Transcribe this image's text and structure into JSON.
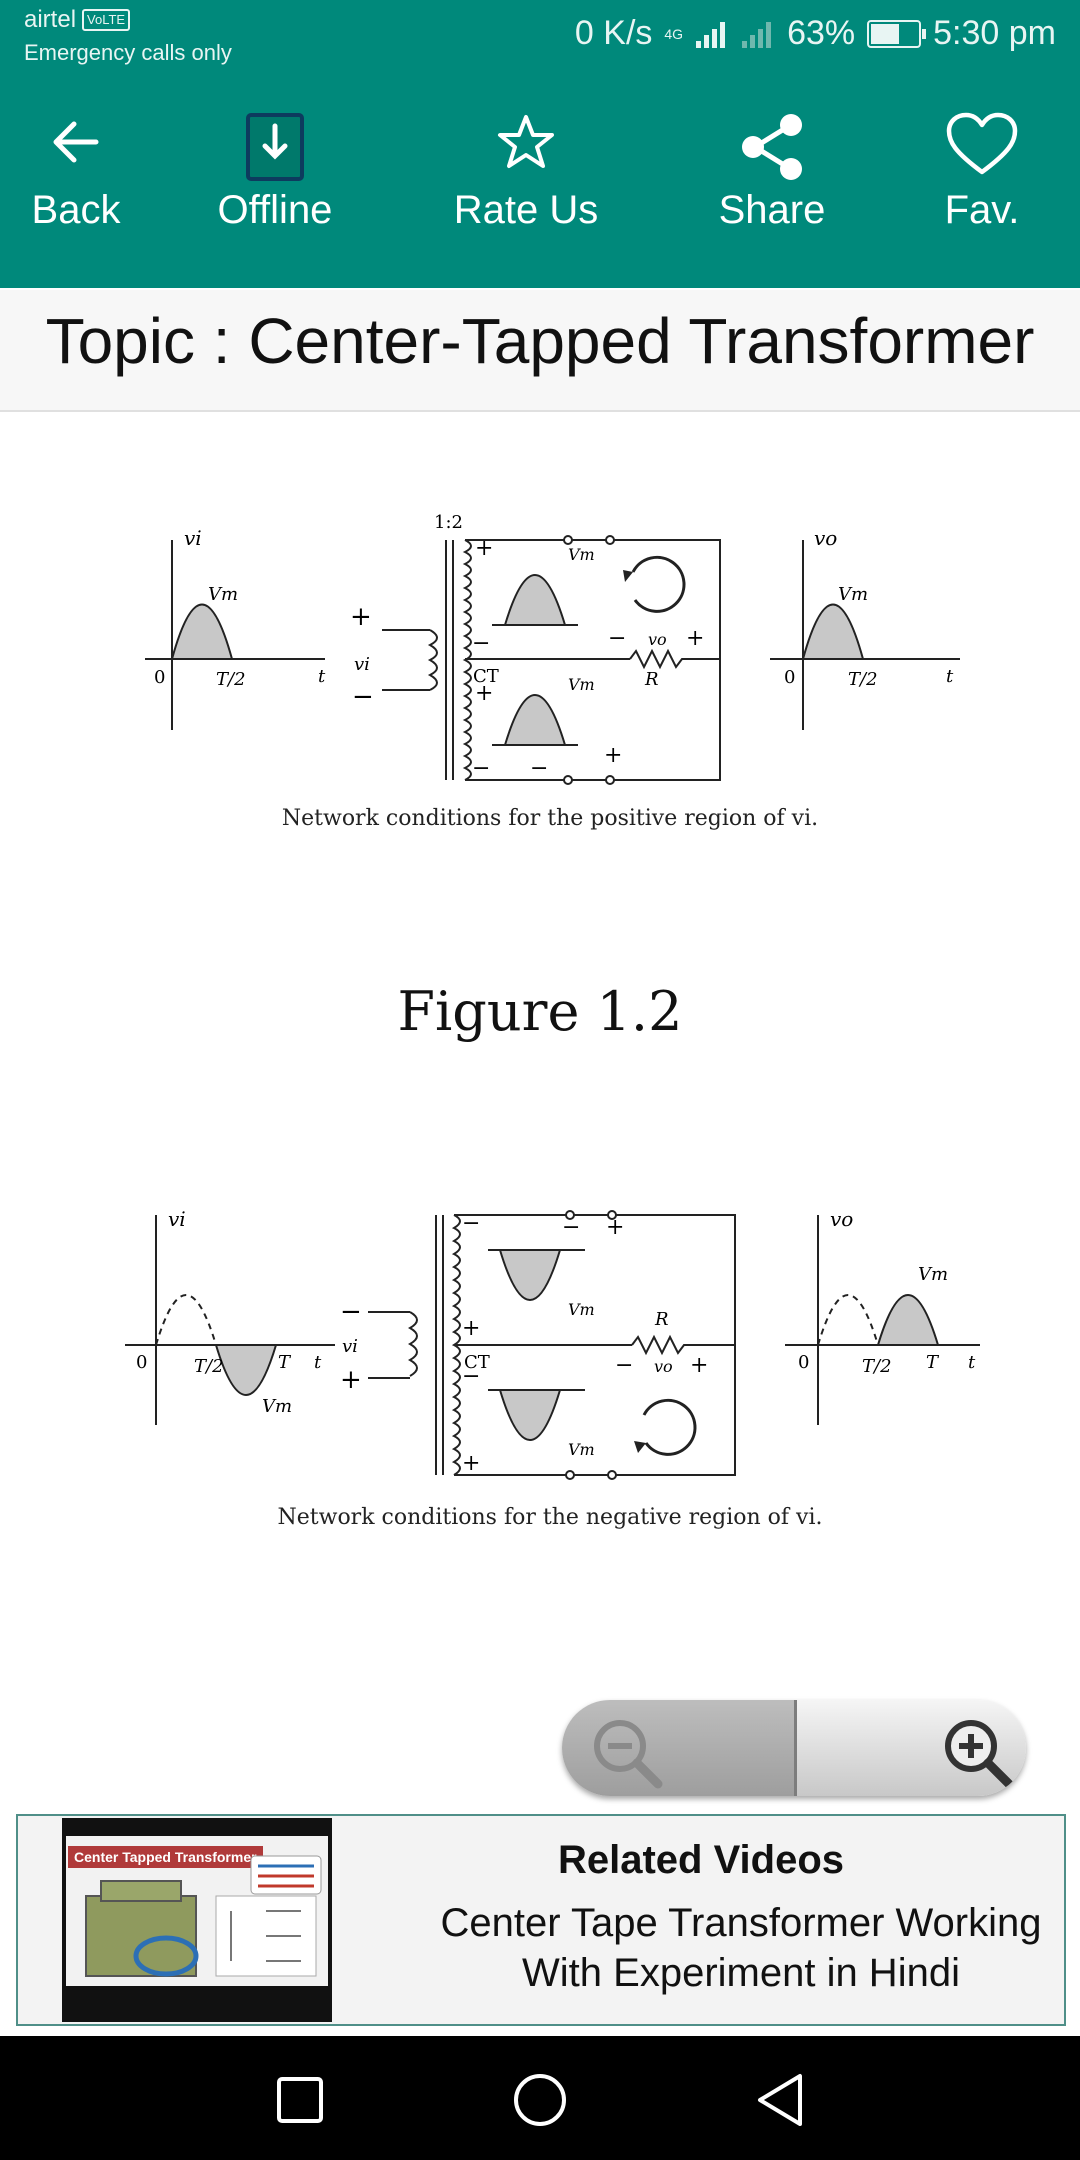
{
  "status_bar": {
    "carrier": "airtel",
    "volte_badge": "VoLTE",
    "emergency": "Emergency calls only",
    "speed": "0 K/s",
    "network": "4G",
    "battery": "63%",
    "battery_level": 0.63,
    "time": "5:30 pm"
  },
  "toolbar": {
    "back": "Back",
    "offline": "Offline",
    "rate": "Rate Us",
    "share": "Share",
    "fav": "Fav."
  },
  "topic": "Topic : Center-Tapped Transformer",
  "figure1": {
    "ratio": "1:2",
    "vi_label": "vi",
    "vo_label": "vo",
    "vm_label": "Vm",
    "t_label": "t",
    "half_period": "T/2",
    "zero": "0",
    "ct_label": "CT",
    "r_label": "R",
    "caption": "Network conditions for the positive region of vi."
  },
  "figure_heading": "Figure 1.2",
  "figure2": {
    "vi_label": "vi",
    "vo_label": "vo",
    "vm_label": "Vm",
    "t_label": "t",
    "period": "T",
    "half_period": "T/2",
    "zero": "0",
    "ct_label": "CT",
    "r_label": "R",
    "caption": "Network conditions for the negative region of vi."
  },
  "related": {
    "title": "Related Videos",
    "video_title": "Center Tape Transformer Working With Experiment in Hindi",
    "thumbnail_text": "Center Tapped Transformer"
  },
  "colors": {
    "primary": "#00897b",
    "border": "#4f8f88"
  },
  "icons": [
    "arrow-back-icon",
    "download-icon",
    "star-icon",
    "share-icon",
    "heart-icon",
    "zoom-out-icon",
    "zoom-in-icon",
    "nav-recents-icon",
    "nav-home-icon",
    "nav-back-icon"
  ]
}
